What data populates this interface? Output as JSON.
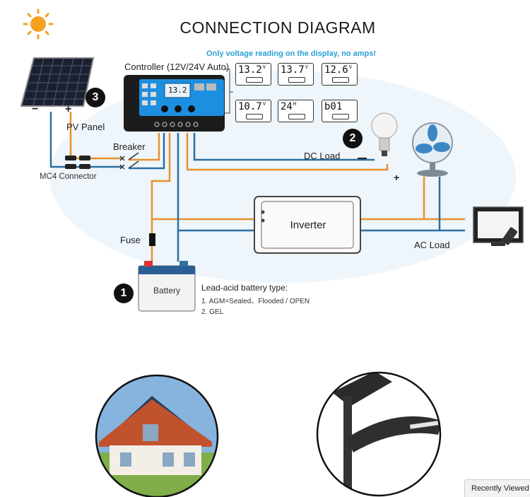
{
  "title": "CONNECTION DIAGRAM",
  "note": "Only voltage reading on the display, no amps!",
  "labels": {
    "controller": "Controller (12V/24V Auto)",
    "pv_panel": "PV Panel",
    "breaker": "Breaker",
    "mc4": "MC4 Connector",
    "dc_load": "DC Load",
    "fuse": "Fuse",
    "inverter": "Inverter",
    "ac_load": "AC Load",
    "battery": "Battery"
  },
  "badges": [
    "1",
    "2",
    "3"
  ],
  "signs": {
    "minus": "−",
    "plus": "+"
  },
  "battery_type": {
    "heading": "Lead-acid battery type:",
    "line1": "1. AGM=Sealed、Flooded / OPEN",
    "line2": "2. GEL"
  },
  "displays": [
    {
      "value": "13.2",
      "unit": "V"
    },
    {
      "value": "13.7",
      "unit": "V"
    },
    {
      "value": "12.6",
      "unit": "V"
    },
    {
      "value": "10.7",
      "unit": "V"
    },
    {
      "value": "24",
      "unit": "H"
    },
    {
      "value": "b01",
      "unit": ""
    }
  ],
  "controller_screen": "13.2",
  "recently_viewed": "Recently Viewed",
  "colors": {
    "wire_positive": "#e8912e",
    "wire_negative": "#2c6f9e",
    "note_blue": "#2a9fd6",
    "controller_blue": "#1d8fe0",
    "sun": "#f4a020"
  }
}
